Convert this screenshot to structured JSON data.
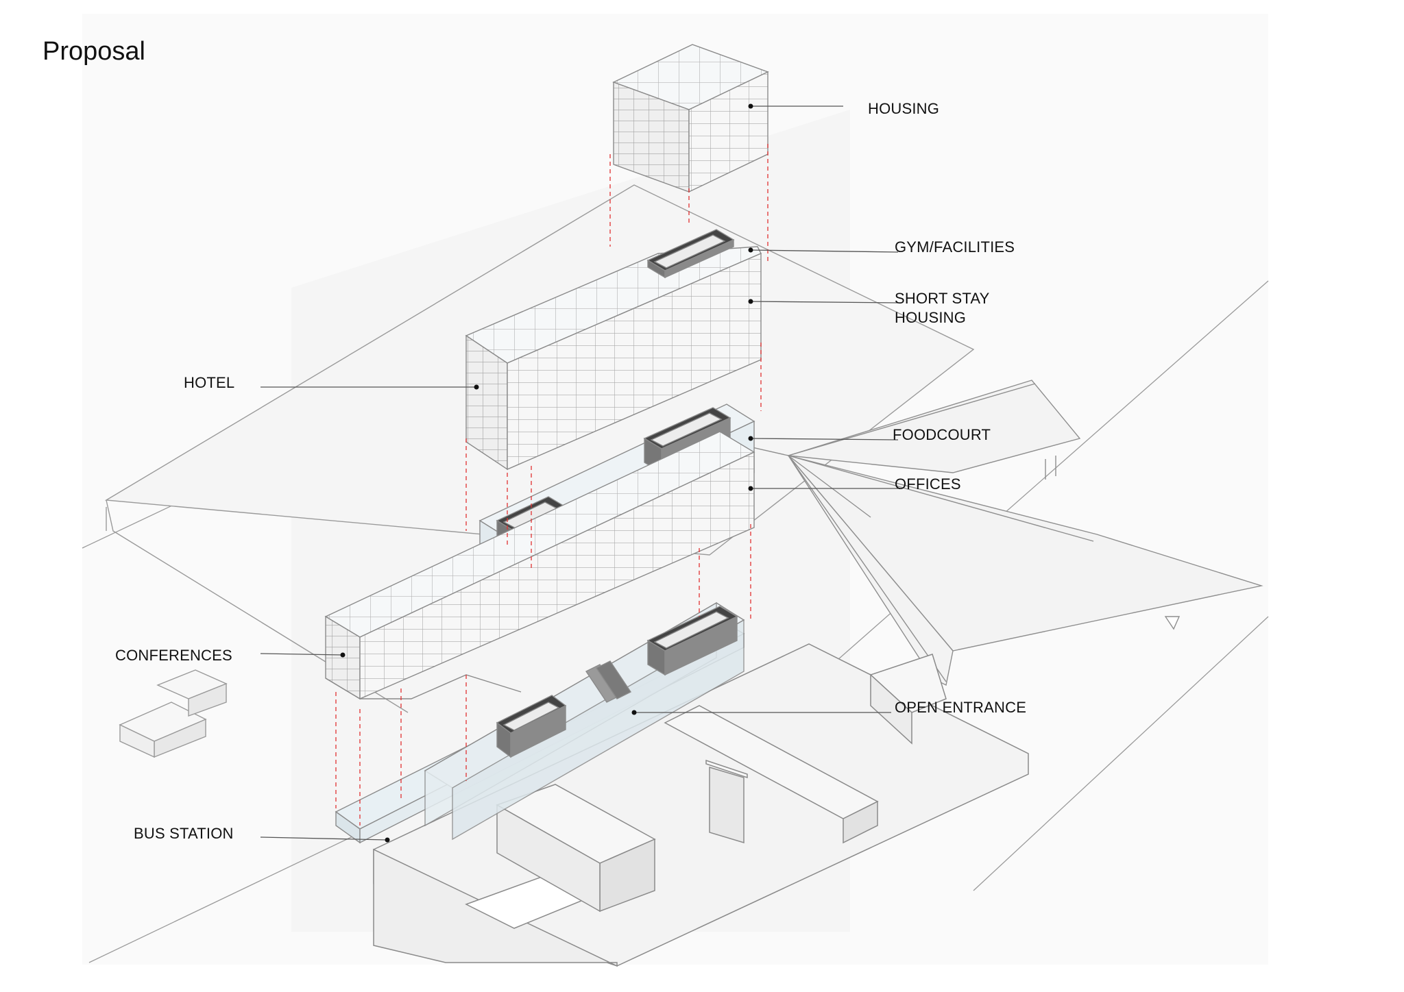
{
  "title": "Proposal",
  "labels": {
    "housing": "HOUSING",
    "gym_facilities": "GYM/FACILITIES",
    "short_stay_line1": "SHORT STAY",
    "short_stay_line2": "HOUSING",
    "hotel": "HOTEL",
    "foodcourt": "FOODCOURT",
    "offices": "OFFICES",
    "conferences": "CONFERENCES",
    "open_entrance": "OPEN ENTRANCE",
    "bus_station": "BUS STATION"
  },
  "colors": {
    "line": "#8f8f8f",
    "light_fill": "#f1f1f1",
    "mid_fill": "#e6e6e6",
    "glass": "#dfeaf0",
    "dashed": "#e03030",
    "dark_block": "#777777",
    "ink": "#111111"
  }
}
